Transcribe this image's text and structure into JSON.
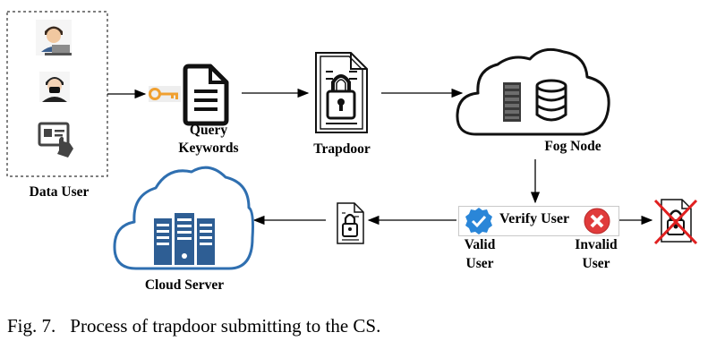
{
  "labels": {
    "data_user": "Data User",
    "query_keywords_line1": "Query",
    "query_keywords_line2": "Keywords",
    "trapdoor": "Trapdoor",
    "fog_node": "Fog Node",
    "verify_user": "Verify User",
    "valid_user_line1": "Valid",
    "valid_user_line2": "User",
    "invalid_user_line1": "Invalid",
    "invalid_user_line2": "User",
    "cloud_server": "Cloud Server"
  },
  "caption": {
    "number": "Fig. 7.",
    "text": "Process of trapdoor submitting to the CS."
  },
  "icons": [
    "user-laptop-icon",
    "user-masked-icon",
    "id-card-touch-icon",
    "key-icon",
    "document-icon",
    "trapdoor-lock-icon",
    "fog-cloud-icon",
    "server-rack-icon",
    "database-icon",
    "valid-check-icon",
    "invalid-cross-icon",
    "rejected-trapdoor-icon",
    "cloud-server-icon"
  ],
  "colors": {
    "key": "#f0a030",
    "cloud_outline": "#2f6fb0",
    "server_blue": "#2e5e94",
    "check_blue": "#2a86d8",
    "cross_red": "#e03b3b",
    "arrow": "#000000"
  }
}
